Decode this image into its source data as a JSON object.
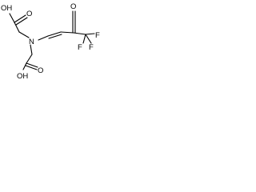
{
  "molecule": {
    "atoms": {
      "oh_top": "OH",
      "o_top": "O",
      "n": "N",
      "o_ketone": "O",
      "f_left": "F",
      "f_right": "F",
      "f_bottom": "F",
      "o_bottom": "O",
      "oh_bottom": "OH"
    }
  }
}
